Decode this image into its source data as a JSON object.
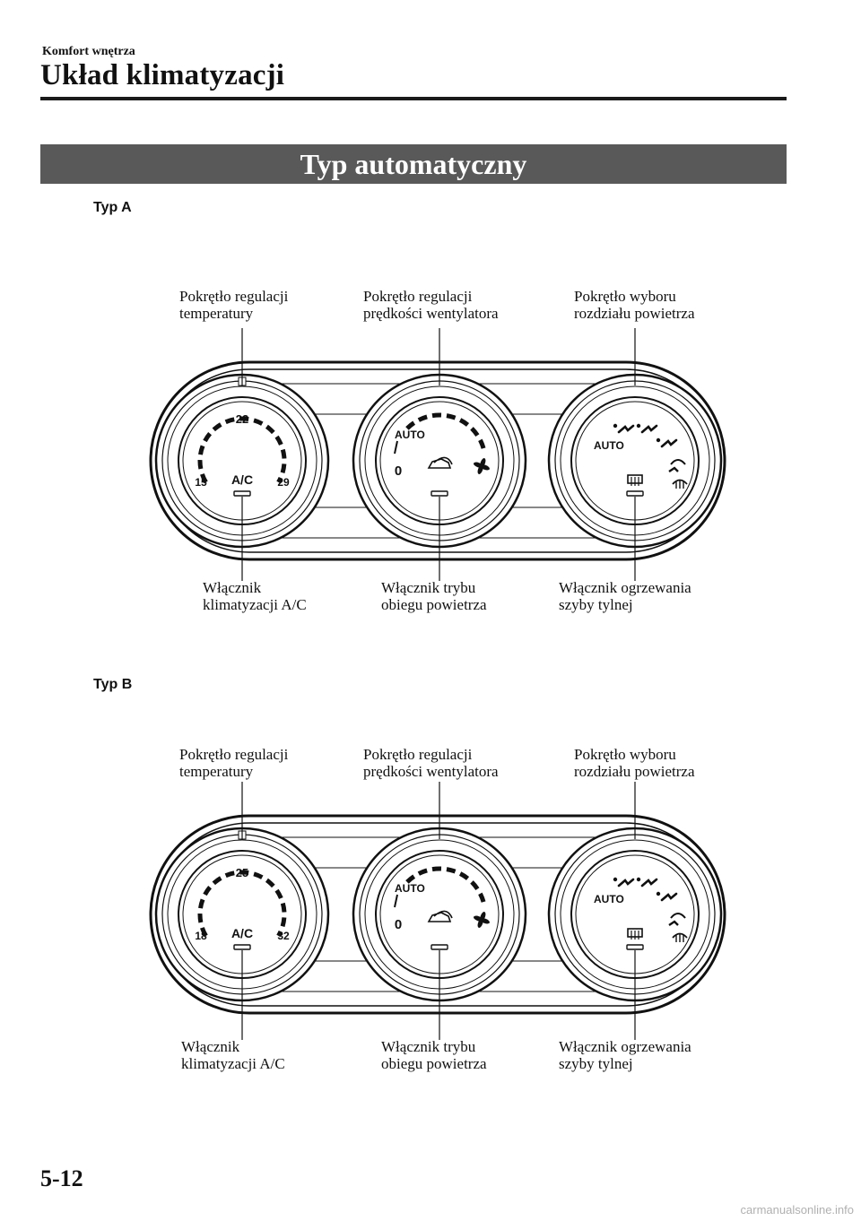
{
  "header": {
    "section": "Komfort wnętrza",
    "chapter": "Układ klimatyzacji"
  },
  "banner": "Typ automatyczny",
  "panels": [
    {
      "type_label": "Typ A",
      "temp_dial": {
        "top": "22",
        "left": "15",
        "right": "29",
        "center": "A/C"
      },
      "fan_dial": {
        "auto": "AUTO",
        "zero": "0"
      },
      "mode_dial": {
        "auto": "AUTO"
      },
      "callouts": {
        "temp": "Pokrętło regulacji\ntemperatury",
        "fan": "Pokrętło regulacji\nprędkości wentylatora",
        "mode": "Pokrętło wyboru\nrozdziału powietrza",
        "ac": "Włącznik\nklimatyzacji A/C",
        "recirc": "Włącznik trybu\nobiegu powietrza",
        "rear_defrost": "Włącznik ogrzewania\nszyby tylnej"
      }
    },
    {
      "type_label": "Typ B",
      "temp_dial": {
        "top": "25",
        "left": "18",
        "right": "32",
        "center": "A/C"
      },
      "fan_dial": {
        "auto": "AUTO",
        "zero": "0"
      },
      "mode_dial": {
        "auto": "AUTO"
      },
      "callouts": {
        "temp": "Pokrętło regulacji\ntemperatury",
        "fan": "Pokrętło regulacji\nprędkości wentylatora",
        "mode": "Pokrętło wyboru\nrozdziału powietrza",
        "ac": "Włącznik\nklimatyzacji A/C",
        "recirc": "Włącznik trybu\nobiegu powietrza",
        "rear_defrost": "Włącznik ogrzewania\nszyby tylnej"
      }
    }
  ],
  "page_number": "5-12",
  "watermark": "carmanualsonline.info"
}
